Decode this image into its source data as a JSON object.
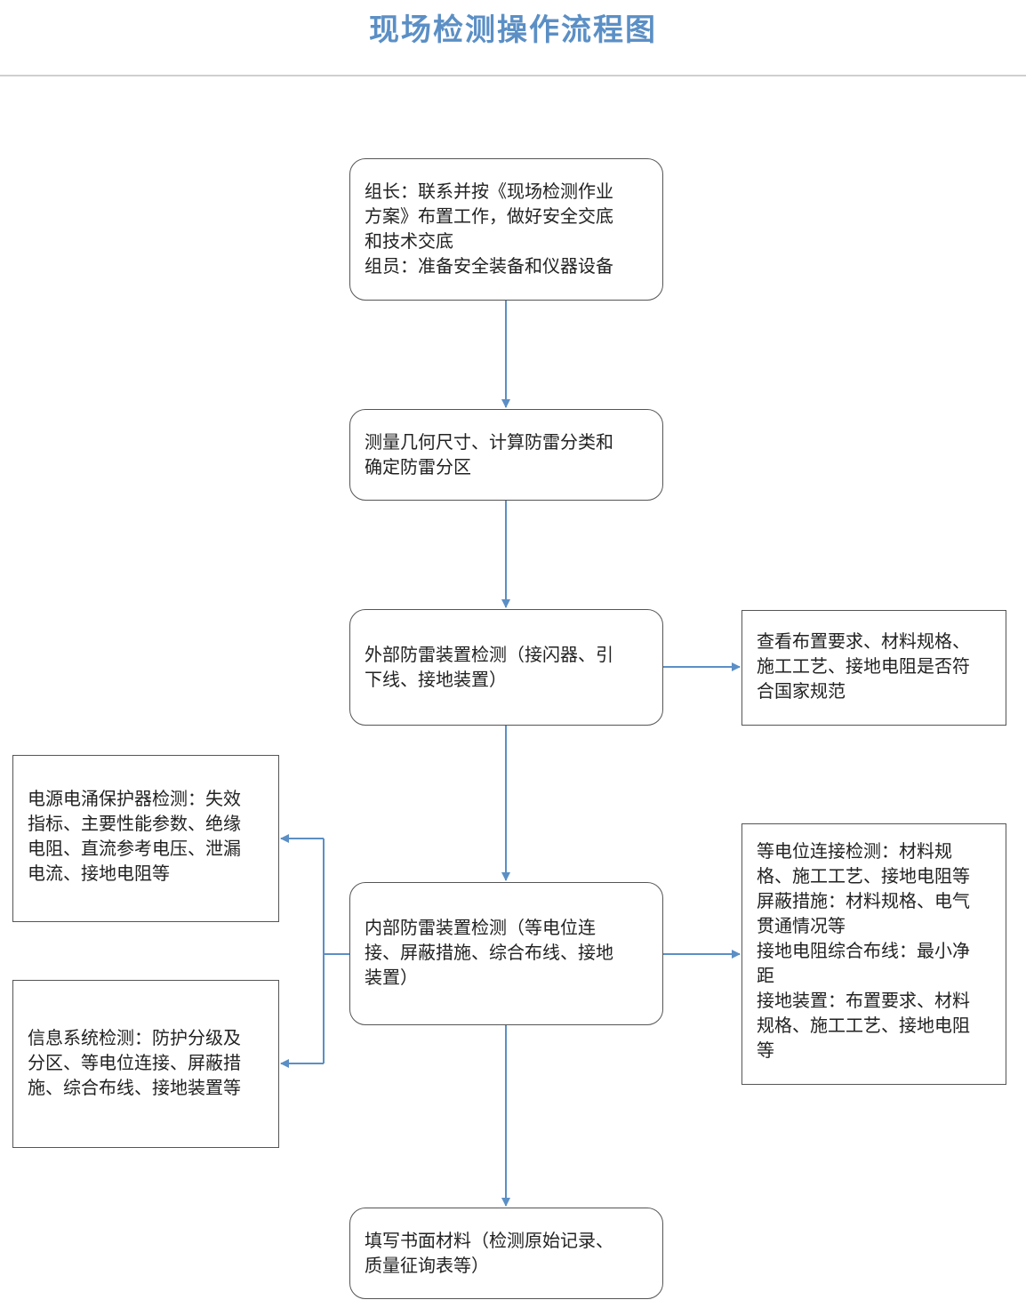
{
  "title": "现场检测操作流程图",
  "nodes": {
    "prepare": [
      "组长：联系并按《现场检测作业",
      "方案》布置工作，做好安全交底",
      "和技术交底",
      "组员：准备安全装备和仪器设备"
    ],
    "measure": [
      "测量几何尺寸、计算防雷分类和",
      "确定防雷分区"
    ],
    "external": [
      "外部防雷装置检测（接闪器、引",
      "下线、接地装置）"
    ],
    "external_check": [
      "查看布置要求、材料规格、",
      "施工工艺、接地电阻是否符",
      "合国家规范"
    ],
    "surge": [
      "电源电涌保护器检测：失效",
      "指标、主要性能参数、绝缘",
      "电阻、直流参考电压、泄漏",
      "电流、接地电阻等"
    ],
    "internal": [
      "内部防雷装置检测（等电位连",
      "接、屏蔽措施、综合布线、接地",
      "装置）"
    ],
    "info_system": [
      "信息系统检测：防护分级及",
      "分区、等电位连接、屏蔽措",
      "施、综合布线、接地装置等"
    ],
    "internal_check": [
      "等电位连接检测：材料规",
      "格、施工工艺、接地电阻等",
      "屏蔽措施：材料规格、电气",
      "贯通情况等",
      "接地电阻综合布线：最小净",
      "距",
      "接地装置：布置要求、材料",
      "规格、施工工艺、接地电阻",
      "等"
    ],
    "report": [
      "填写书面材料（检测原始记录、",
      "质量征询表等）"
    ]
  },
  "colors": {
    "title": "#5b8fc5",
    "arrow": "#5b8fc5",
    "border": "#555555"
  }
}
